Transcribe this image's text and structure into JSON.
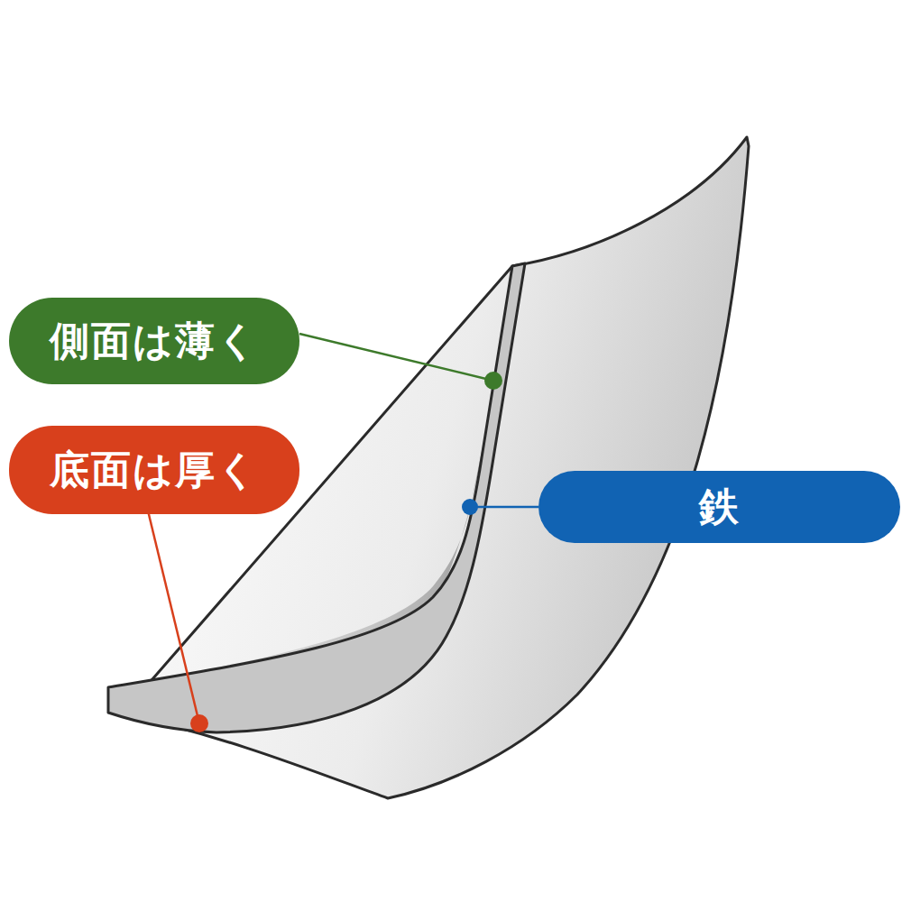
{
  "diagram": {
    "nodes": [
      {
        "text": [
          "側面は薄く"
        ]
      },
      {
        "text": [
          "底面は厚く"
        ]
      },
      {
        "text": [
          "鉄"
        ]
      }
    ]
  }
}
